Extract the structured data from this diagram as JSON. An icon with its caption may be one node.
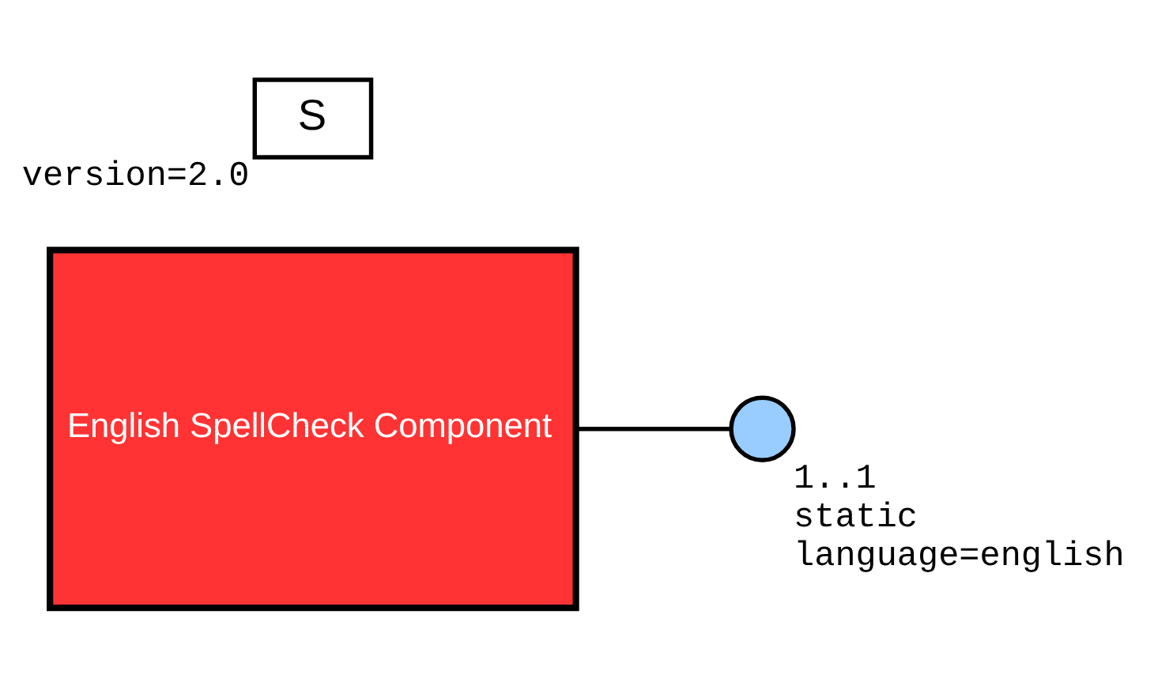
{
  "diagram": {
    "nodes": [
      {
        "text": [
          "English SpellCheck Component"
        ]
      },
      {
        "text": [
          "S"
        ],
        "beside": [
          "version=2.0"
        ]
      },
      {
        "text": [],
        "shape": "semicircle",
        "beside": [
          "1..1",
          "static",
          "language=english"
        ]
      }
    ],
    "edges": [
      {
        "from": 0,
        "to": 2,
        "arrow": "none"
      }
    ]
  }
}
